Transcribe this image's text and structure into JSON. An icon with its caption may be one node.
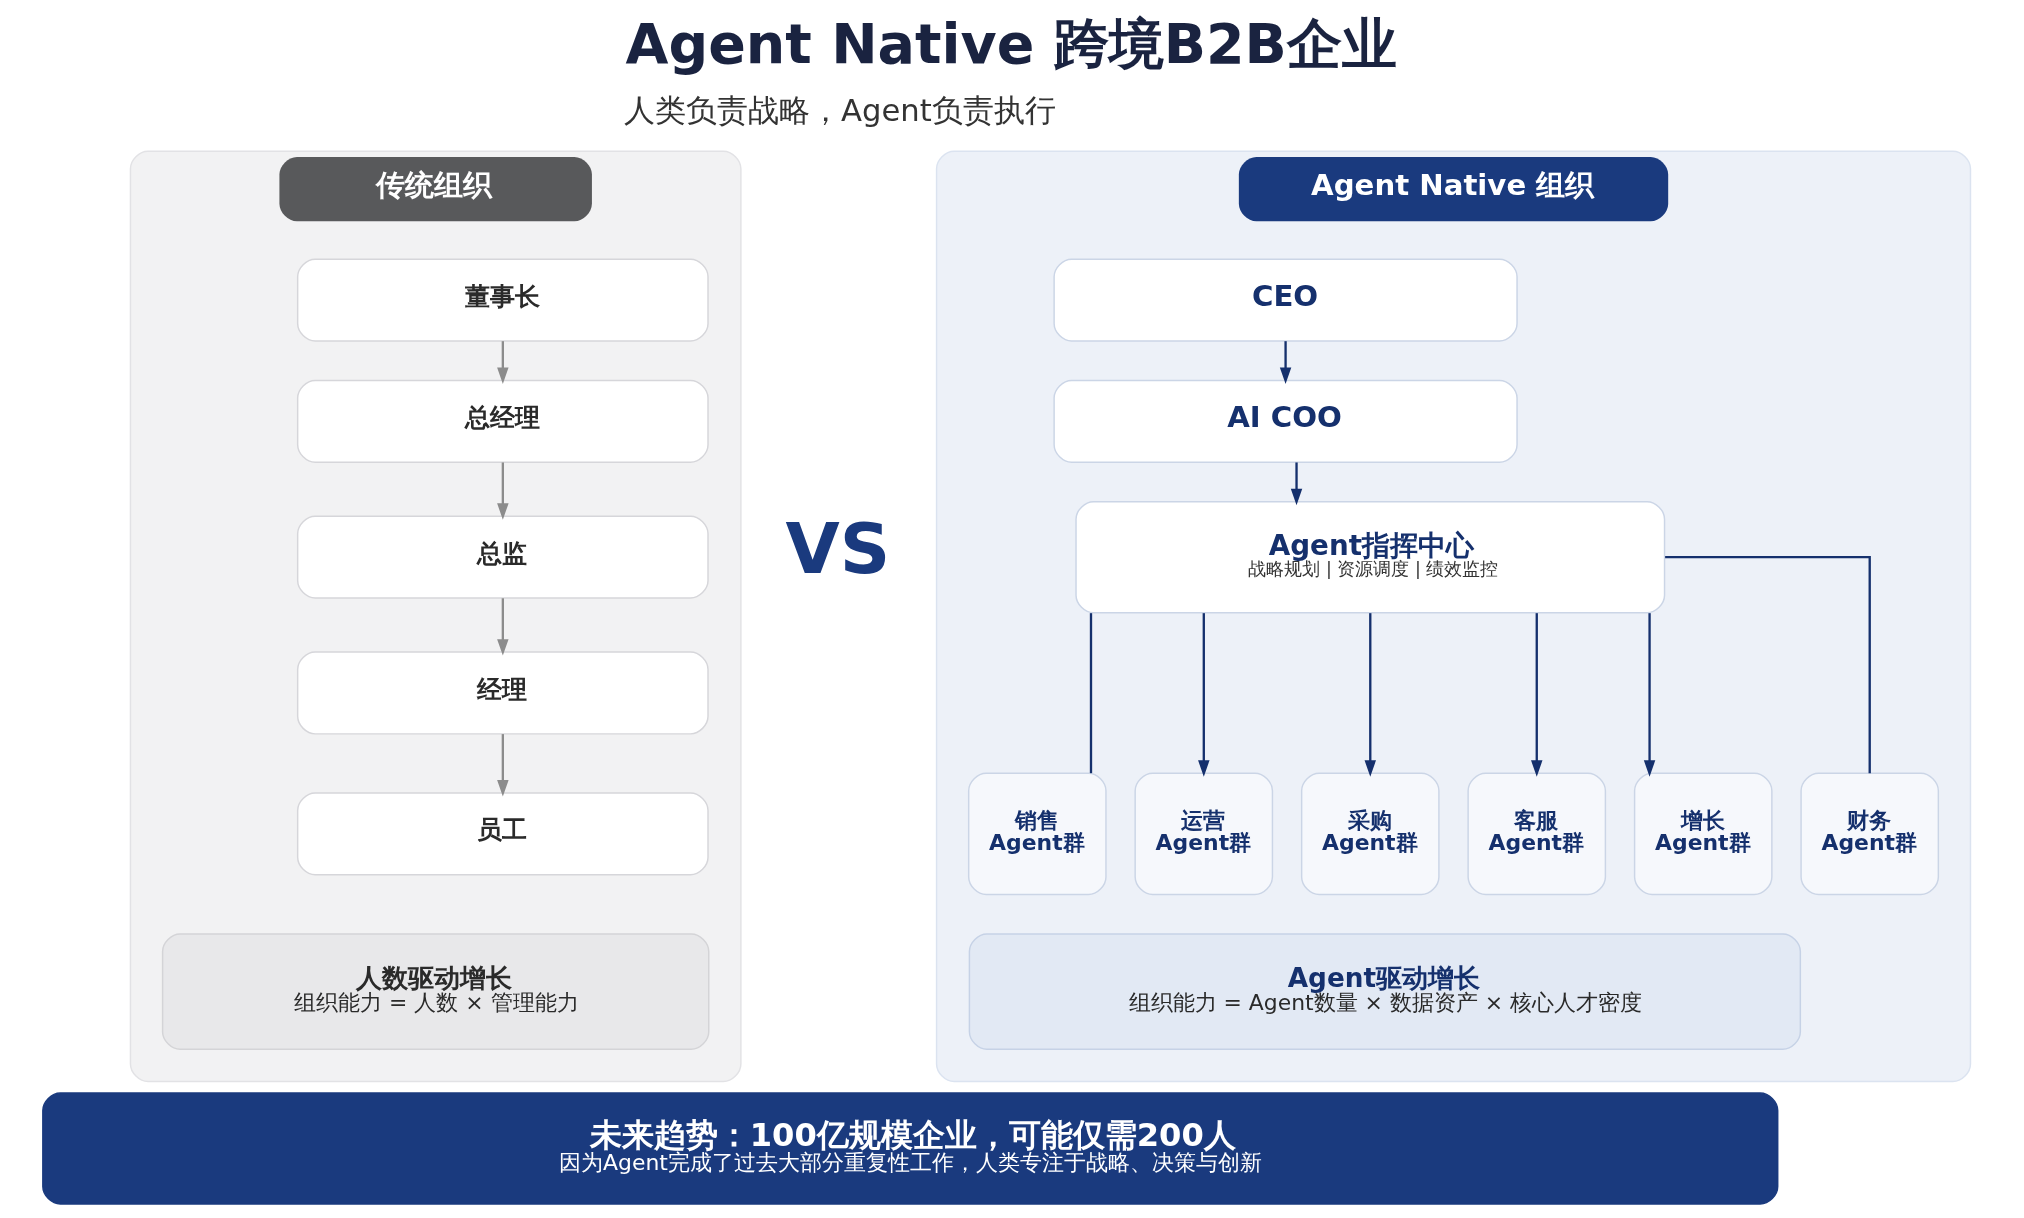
{
  "diagram": {
    "title": "Agent Native 跨境B2B企业",
    "nodes": [
      {
        "text": [
          "传统组织"
        ]
      },
      {
        "text": [
          "董事长"
        ],
        "in": 0
      },
      {
        "text": [
          "总经理"
        ],
        "in": 0
      },
      {
        "text": [
          "总监"
        ],
        "in": 0
      },
      {
        "text": [
          "经理"
        ],
        "in": 0
      },
      {
        "text": [
          "员工"
        ],
        "in": 0
      },
      {
        "text": [
          "人数驱动增长",
          "组织能力 = 人数 × 管理能力"
        ],
        "in": 0
      },
      {
        "text": [
          "Agent Native 组织"
        ]
      },
      {
        "text": [
          "CEO"
        ],
        "in": 7
      },
      {
        "text": [
          "AI COO"
        ],
        "in": 7
      },
      {
        "text": [
          "Agent指挥中心",
          "战略规划 | 资源调度 | 绩效监控"
        ],
        "in": 7
      },
      {
        "text": [
          "销售",
          "Agent群"
        ],
        "in": 7
      },
      {
        "text": [
          "运营",
          "Agent群"
        ],
        "in": 7
      },
      {
        "text": [
          "采购",
          "Agent群"
        ],
        "in": 7
      },
      {
        "text": [
          "客服",
          "Agent群"
        ],
        "in": 7
      },
      {
        "text": [
          "增长",
          "Agent群"
        ],
        "in": 7
      },
      {
        "text": [
          "财务",
          "Agent群"
        ],
        "in": 7
      },
      {
        "text": [
          "Agent驱动增长",
          "组织能力 = Agent数量 × 数据资产 × 核心人才密度"
        ],
        "in": 7
      },
      {
        "text": [
          "未来趋势：100亿规模企业，可能仅需200人",
          "因为Agent完成了过去大部分重复性工作，人类专注于战略、决策与创新"
        ]
      }
    ],
    "edges": [
      {
        "from": 1,
        "to": 2,
        "arrow": "to",
        "color": "#8c8c8c"
      },
      {
        "from": 2,
        "to": 3,
        "arrow": "to",
        "color": "#8c8c8c"
      },
      {
        "from": 3,
        "to": 4,
        "arrow": "to",
        "color": "#8c8c8c"
      },
      {
        "from": 4,
        "to": 5,
        "arrow": "to",
        "color": "#8c8c8c"
      },
      {
        "from": 8,
        "to": 9,
        "arrow": "to"
      },
      {
        "from": 9,
        "to": 10,
        "arrow": "to"
      },
      {
        "from": 10,
        "to": 11,
        "arrow": "none"
      },
      {
        "from": 10,
        "to": 12,
        "arrow": "to"
      },
      {
        "from": 10,
        "to": 13,
        "arrow": "to"
      },
      {
        "from": 10,
        "to": 14,
        "arrow": "to"
      },
      {
        "from": 10,
        "to": 15,
        "arrow": "to"
      },
      {
        "from": 10,
        "to": 16,
        "arrow": "none"
      }
    ],
    "labels": [
      "人类负责战略，Agent负责执行",
      "VS"
    ]
  }
}
